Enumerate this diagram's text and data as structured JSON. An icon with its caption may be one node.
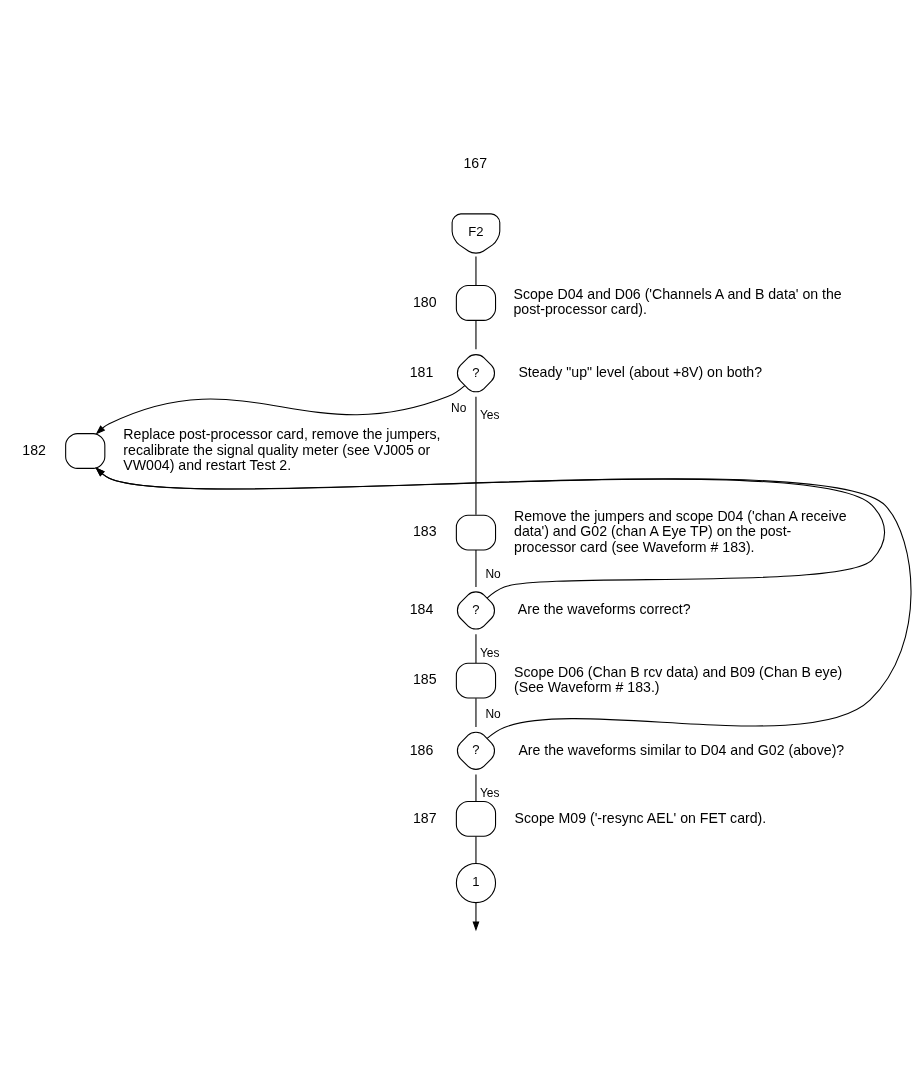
{
  "diagram": {
    "nodes": [
      {
        "text": [
          "F2"
        ],
        "beside": [
          "167"
        ]
      },
      {
        "text": [],
        "shape": "box",
        "beside": [
          "180",
          "Scope D04 and D06 ('Channels A and B data' on the post-processor card)."
        ]
      },
      {
        "text": [
          "?"
        ],
        "beside": [
          "181",
          "Steady \"up\" level (about +8V) on both?"
        ]
      },
      {
        "text": [],
        "shape": "box",
        "beside": [
          "182",
          "Replace post-processor card, remove the jumpers, recalibrate the signal quality meter (see VJ005 or VW004) and restart Test 2."
        ]
      },
      {
        "text": [],
        "shape": "box",
        "beside": [
          "183",
          "Remove the jumpers and scope D04 ('chan A receive data') and G02 (chan A Eye TP) on the post-processor card (see Waveform # 183)."
        ]
      },
      {
        "text": [
          "?"
        ],
        "beside": [
          "184",
          "Are the waveforms correct?"
        ]
      },
      {
        "text": [],
        "shape": "box",
        "beside": [
          "185",
          "Scope D06 (Chan B rcv data) and B09 (Chan B eye) (See Waveform # 183.)"
        ]
      },
      {
        "text": [
          "?"
        ],
        "beside": [
          "186",
          "Are the waveforms similar to D04 and G02 (above)?"
        ]
      },
      {
        "text": [],
        "shape": "box",
        "beside": [
          "187",
          "Scope M09 ('-resync AEL' on FET card)."
        ]
      },
      {
        "text": [
          "1"
        ]
      }
    ],
    "edges": [
      {
        "from": 0,
        "to": 1,
        "arrow": "none"
      },
      {
        "from": 1,
        "to": 2,
        "arrow": "none"
      },
      {
        "from": 2,
        "to": 3,
        "arrow": "to",
        "label": "No"
      },
      {
        "from": 2,
        "to": 4,
        "arrow": "none",
        "label": "Yes"
      },
      {
        "from": 4,
        "to": 5,
        "arrow": "none"
      },
      {
        "from": 5,
        "to": 3,
        "arrow": "to",
        "label": "No"
      },
      {
        "from": 5,
        "to": 6,
        "arrow": "none",
        "label": "Yes"
      },
      {
        "from": 6,
        "to": 7,
        "arrow": "none"
      },
      {
        "from": 7,
        "to": 3,
        "arrow": "to",
        "label": "No"
      },
      {
        "from": 7,
        "to": 8,
        "arrow": "none",
        "label": "Yes"
      },
      {
        "from": 8,
        "to": 9,
        "arrow": "none"
      },
      {
        "from": 9,
        "to": null,
        "arrow": "to"
      }
    ]
  }
}
